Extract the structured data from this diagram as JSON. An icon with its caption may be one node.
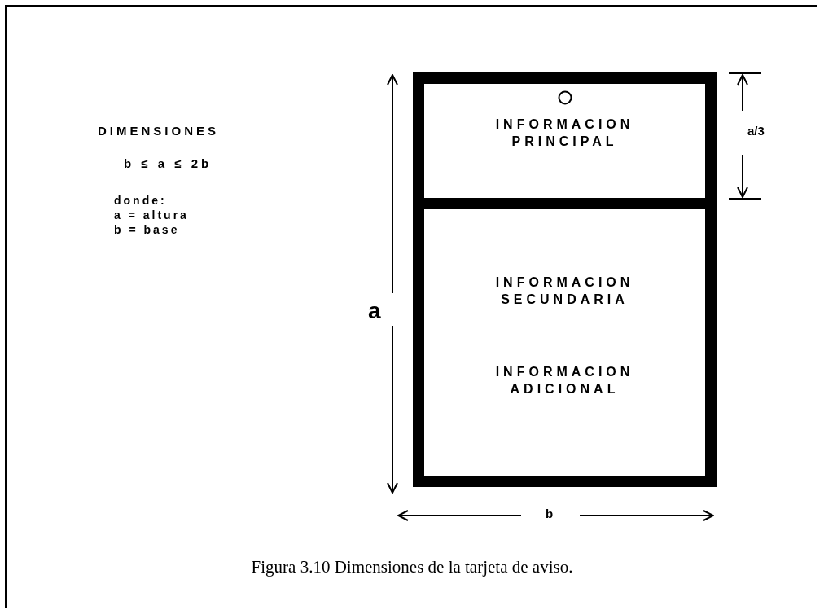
{
  "diagram": {
    "caption": "Figura 3.10 Dimensiones de la tarjeta de aviso.",
    "nodes": [
      {
        "text": [
          "INFORMACION PRINCIPAL"
        ]
      },
      {
        "text": [
          "INFORMACION SECUNDARIA",
          "INFORMACION ADICIONAL"
        ]
      }
    ],
    "edges": [],
    "labels": [
      "DIMENSIONES",
      "b ≤ a ≤ 2b",
      "donde:",
      "a = altura",
      "b = base",
      "a",
      "a/3",
      "b"
    ]
  }
}
